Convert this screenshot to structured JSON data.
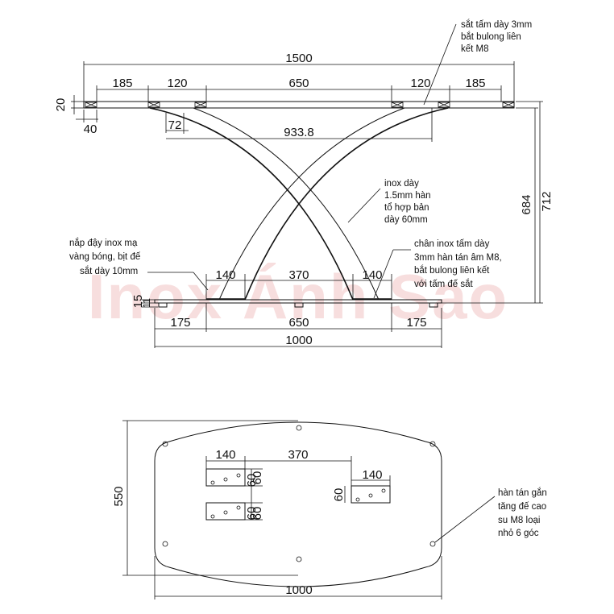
{
  "watermark": "Inox Ánh Sao",
  "top_view": {
    "dims": {
      "total": "1500",
      "seg1": "185",
      "seg2": "120",
      "seg3": "650",
      "seg4": "120",
      "seg5": "185",
      "thickness": "20",
      "edge": "40",
      "angle_off": "72",
      "span": "933.8",
      "h1": "684",
      "h2": "712",
      "foot1": "140",
      "foot_mid": "370",
      "foot2": "140",
      "base_a": "15",
      "base_b": "11",
      "bot1": "175",
      "bot_mid": "650",
      "bot2": "175",
      "base_total": "1000"
    },
    "notes": {
      "top_right": [
        "sắt tấm dày 3mm",
        "bắt bulong liên",
        "kết M8"
      ],
      "middle": [
        "inox dày",
        "1.5mm hàn",
        "tổ hợp bản",
        "dày 60mm"
      ],
      "left": [
        "nắp đậy inox mạ",
        "vàng bóng, bịt đế",
        "sắt dày 10mm"
      ],
      "foot": [
        "chân inox tấm dày",
        "3mm hàn tán âm M8,",
        "bắt bulong liên kết",
        "với tấm đế sắt"
      ]
    }
  },
  "plan_view": {
    "dims": {
      "height": "550",
      "width": "1000",
      "p1": "140",
      "gap": "370",
      "p2": "140",
      "v60a": "60",
      "v60b": "60",
      "v60c": "60",
      "v60d": "60",
      "v60e": "60"
    },
    "note": [
      "hàn tán gắn",
      "tăng đế cao",
      "su M8 loại",
      "nhỏ 6 góc"
    ]
  }
}
